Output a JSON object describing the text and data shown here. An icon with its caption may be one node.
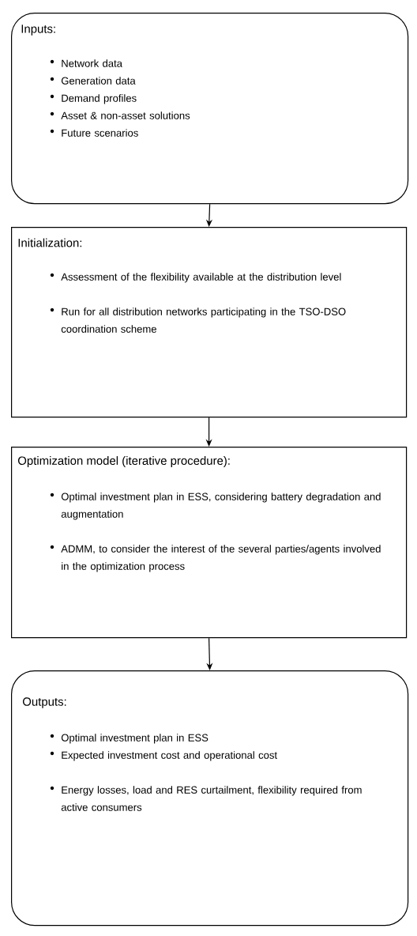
{
  "diagram": {
    "nodes": [
      {
        "text": [
          "Inputs:",
          "Network data",
          "Generation data",
          "Demand profiles",
          "Asset & non-asset solutions",
          "Future scenarios"
        ]
      },
      {
        "text": [
          "Initialization:",
          "Assessment of the flexibility available at the distribution level",
          "Run for all distribution networks participating in the TSO-DSO coordination scheme"
        ]
      },
      {
        "text": [
          "Optimization model (iterative procedure):",
          "Optimal investment plan in ESS, considering battery degradation and augmentation",
          "ADMM, to consider the interest of the several parties/agents involved in the optimization process"
        ]
      },
      {
        "text": [
          "Outputs:",
          "Optimal investment plan in ESS",
          "Expected investment cost and operational cost",
          "Energy losses, load and RES curtailment, flexibility required from active consumers"
        ]
      }
    ],
    "edges": [
      {
        "from": 0,
        "to": 1,
        "arrow": "to"
      },
      {
        "from": 1,
        "to": 2,
        "arrow": "to"
      },
      {
        "from": 2,
        "to": 3,
        "arrow": "to"
      }
    ]
  }
}
